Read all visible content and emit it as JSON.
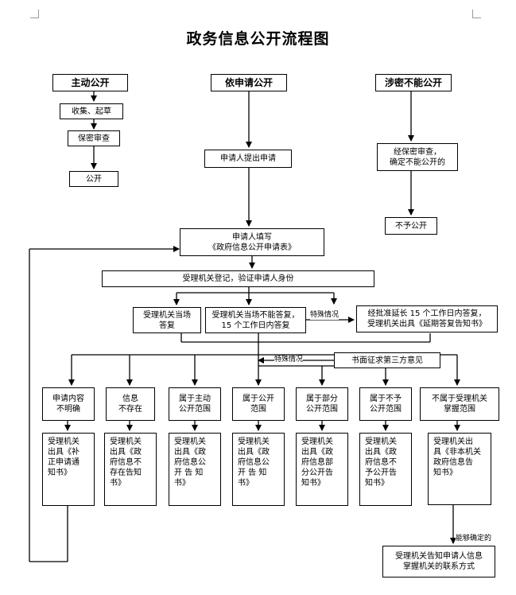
{
  "title": "政务信息公开流程图",
  "columns": {
    "active": {
      "heading": "主动公开",
      "steps": [
        "收集、起草",
        "保密审查",
        "公开"
      ]
    },
    "apply": {
      "heading": "依申请公开",
      "submit": "申请人提出申请",
      "fill": "申请人填写\n《政府信息公开申请表》",
      "register": "受理机关登记，验证申请人身份",
      "reply_now": "受理机关当场\n答复",
      "reply_later": "受理机关当场不能答复，\n15 个工作日内答复",
      "extend": "经批准延长 15 个工作日内答复，\n受理机关出具《延期答复告知书》",
      "third_party": "书面征求第三方意见",
      "special_label_1": "特殊情况",
      "special_label_2": "特殊情况"
    },
    "secret": {
      "heading": "涉密不能公开",
      "review": "经保密审查，\n确定不能公开的",
      "no_disclose": "不予公开"
    }
  },
  "categories": [
    {
      "condition": "申请内容\n不明确",
      "result": "受理机关\n出具《补\n正申请通\n知书》"
    },
    {
      "condition": "信息\n不存在",
      "result": "受理机关\n出具《政\n府信息不\n存在告知\n书》"
    },
    {
      "condition": "属于主动\n公开范围",
      "result": "受理机关\n出具《政\n府信息公\n开 告 知\n书》"
    },
    {
      "condition": "属于公开\n范围",
      "result": "受理机关\n出具《政\n府信息公\n开 告 知\n书》"
    },
    {
      "condition": "属于部分\n公开范围",
      "result": "受理机关\n出具《政\n府信息部\n分公开告\n知书》"
    },
    {
      "condition": "属于不予\n公开范围",
      "result": "受理机关\n出具《政\n府信息不\n予公开告\n知书》"
    },
    {
      "condition": "不属于受理机关\n掌握范围",
      "result": "受理机关出\n具《非本机关\n政府信息告\n知书》"
    }
  ],
  "final": {
    "label": "能够确定的",
    "box": "受理机关告知申请人信息\n掌握机关的联系方式"
  }
}
